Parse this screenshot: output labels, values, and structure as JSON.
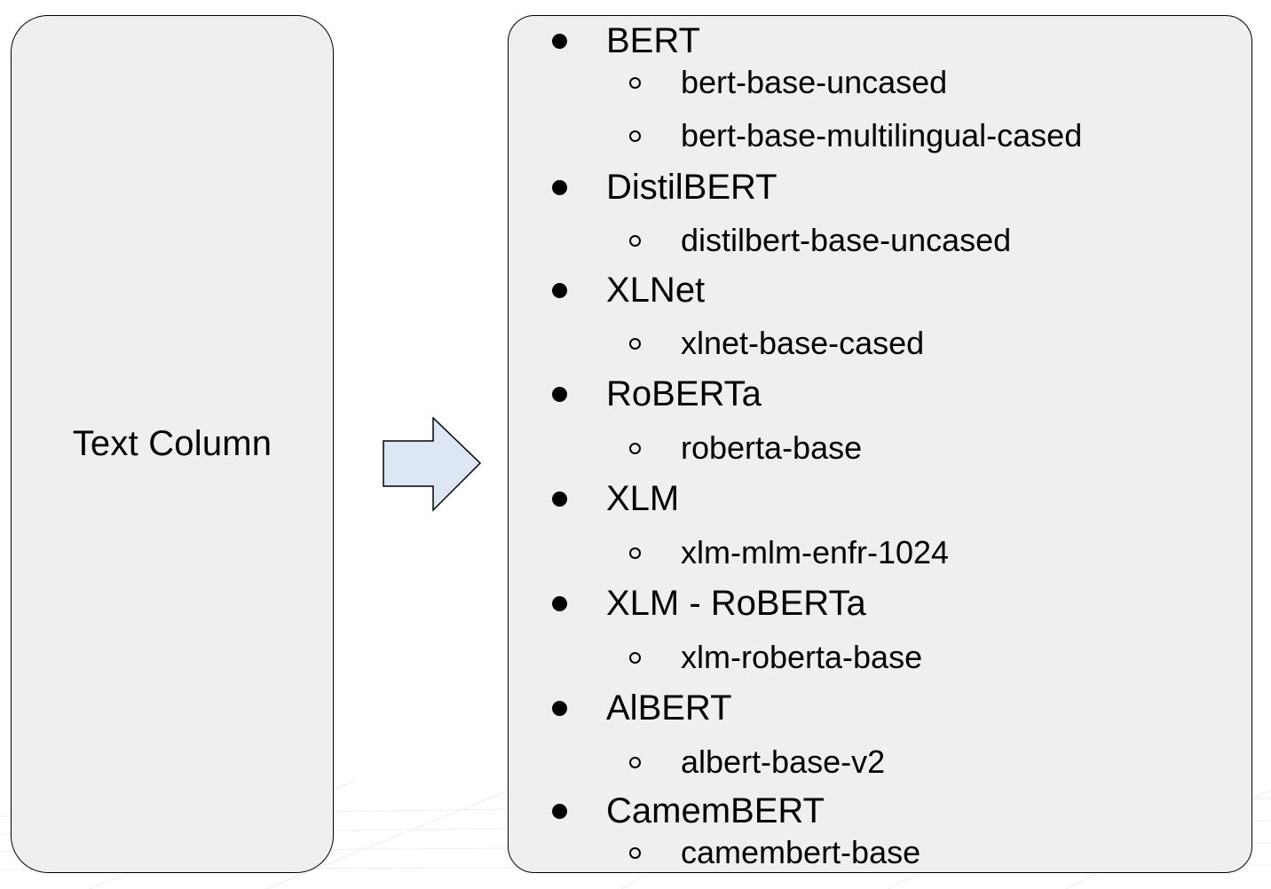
{
  "input": {
    "label": "Text Column"
  },
  "models": [
    {
      "name": "BERT",
      "variants": [
        "bert-base-uncased",
        "bert-base-multilingual-cased"
      ]
    },
    {
      "name": "DistilBERT",
      "variants": [
        "distilbert-base-uncased"
      ]
    },
    {
      "name": "XLNet",
      "variants": [
        "xlnet-base-cased"
      ]
    },
    {
      "name": "RoBERTa",
      "variants": [
        "roberta-base"
      ]
    },
    {
      "name": "XLM",
      "variants": [
        "xlm-mlm-enfr-1024"
      ]
    },
    {
      "name": "XLM - RoBERTa",
      "variants": [
        "xlm-roberta-base"
      ]
    },
    {
      "name": "AlBERT",
      "variants": [
        "albert-base-v2"
      ]
    },
    {
      "name": "CamemBERT",
      "variants": [
        "camembert-base"
      ]
    }
  ],
  "colors": {
    "box_fill": "#efefef",
    "box_border": "#000000",
    "arrow_fill": "#dce7f3",
    "arrow_border": "#000000",
    "text": "#000000"
  },
  "icons": {
    "arrow": "right-arrow-icon",
    "model_bullet": "filled-circle-icon",
    "variant_bullet": "hollow-circle-icon"
  }
}
